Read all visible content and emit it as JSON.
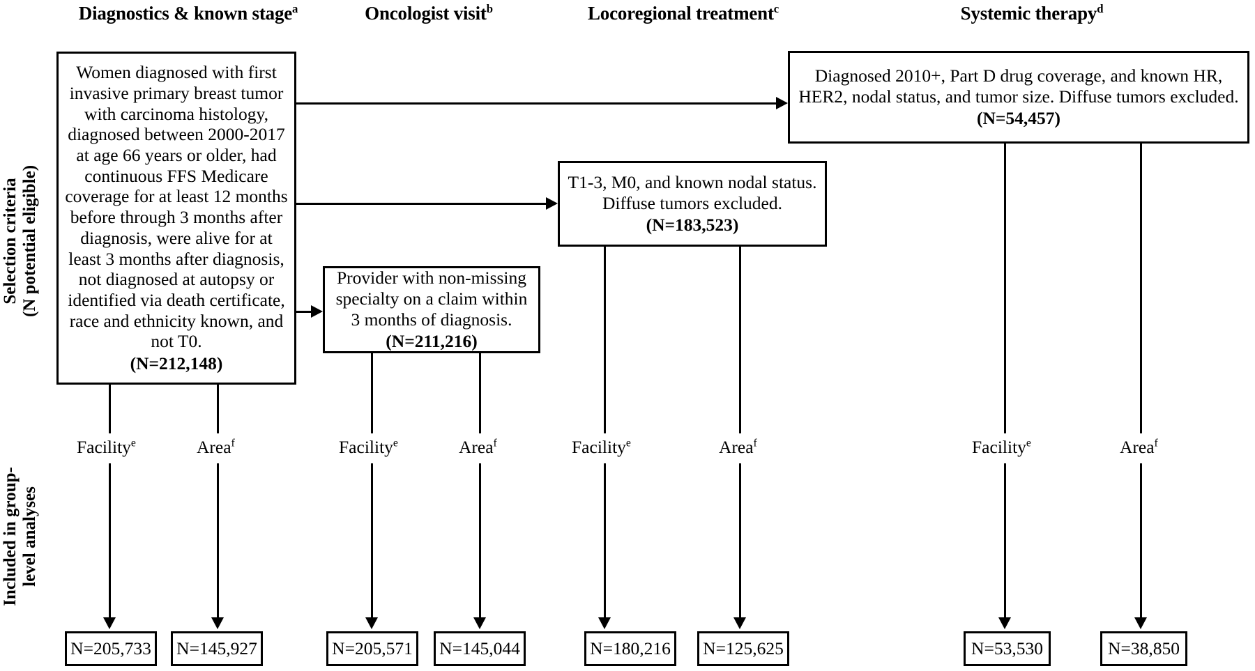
{
  "columns": [
    {
      "label": "Diagnostics & known stage",
      "footnote": "a"
    },
    {
      "label": "Oncologist visit",
      "footnote": "b"
    },
    {
      "label": "Locoregional treatment",
      "footnote": "c"
    },
    {
      "label": "Systemic therapy",
      "footnote": "d"
    }
  ],
  "side_labels": {
    "selection": "Selection criteria\n(N potential eligible)",
    "selection_line1": "Selection criteria",
    "selection_line2": "(N potential eligible)",
    "included": "Included in group-\nlevel analyses",
    "included_line1": "Included in group-",
    "included_line2": "level analyses"
  },
  "criteria_boxes": [
    {
      "id": "diagnostics",
      "text": "Women diagnosed with first invasive primary breast tumor with carcinoma histology, diagnosed between 2000-2017 at age 66 years or older, had continuous FFS Medicare coverage for at least 12 months before through 3 months after diagnosis, were alive for at least 3 months after diagnosis, not diagnosed at autopsy or identified via death certificate, race and ethnicity known, and not T0.",
      "n": "(N=212,148)"
    },
    {
      "id": "oncologist",
      "text": "Provider with non-missing specialty on a claim within 3 months of diagnosis.",
      "n": "(N=211,216)"
    },
    {
      "id": "locoregional",
      "text": "T1-3, M0, and known nodal status. Diffuse tumors excluded.",
      "n": "(N=183,523)"
    },
    {
      "id": "systemic",
      "text": "Diagnosed 2010+, Part D drug coverage, and known HR, HER2, nodal status, and tumor size. Diffuse tumors excluded.",
      "n": "(N=54,457)"
    }
  ],
  "analysis_labels": {
    "facility": "Facility",
    "facility_footnote": "e",
    "area": "Area",
    "area_footnote": "f"
  },
  "outcome_boxes": [
    {
      "column": "diagnostics",
      "type": "facility",
      "value": "N=205,733"
    },
    {
      "column": "diagnostics",
      "type": "area",
      "value": "N=145,927"
    },
    {
      "column": "oncologist",
      "type": "facility",
      "value": "N=205,571"
    },
    {
      "column": "oncologist",
      "type": "area",
      "value": "N=145,044"
    },
    {
      "column": "locoregional",
      "type": "facility",
      "value": "N=180,216"
    },
    {
      "column": "locoregional",
      "type": "area",
      "value": "N=125,625"
    },
    {
      "column": "systemic",
      "type": "facility",
      "value": "N=53,530"
    },
    {
      "column": "systemic",
      "type": "area",
      "value": "N=38,850"
    }
  ],
  "colors": {
    "stroke": "#000000",
    "background": "#ffffff",
    "text": "#000000"
  }
}
